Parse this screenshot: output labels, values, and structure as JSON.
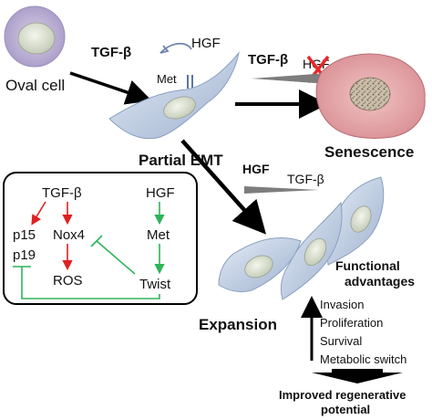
{
  "labels": {
    "oval_cell": "Oval cell",
    "tgf_beta_top": "TGF-β",
    "hgf_top": "HGF",
    "met_top": "Met",
    "tgf_beta_right": "TGF-β",
    "hgf_crossed": "HGF",
    "partial_emt": "Partial EMT",
    "senescence": "Senescence",
    "hgf_mid": "HGF",
    "tgf_beta_mid": "TGF-β",
    "expansion": "Expansion",
    "functional_advantages_1": "Functional",
    "functional_advantages_2": "advantages",
    "advantages": [
      "Invasion",
      "Proliferation",
      "Survival",
      "Metabolic switch"
    ],
    "improved_1": "Improved regenerative",
    "improved_2": "potential"
  },
  "pathway": {
    "tgf_beta": "TGF-β",
    "hgf": "HGF",
    "p15": "p15",
    "p19": "p19",
    "nox4": "Nox4",
    "met": "Met",
    "ros": "ROS",
    "twist": "Twist"
  },
  "colors": {
    "red_arrow": "#e02020",
    "green_arrow": "#2fb35a",
    "cross": "#e8282a",
    "cell_fill": "#c9d7ea",
    "senescent_cell": "#d98f95"
  }
}
